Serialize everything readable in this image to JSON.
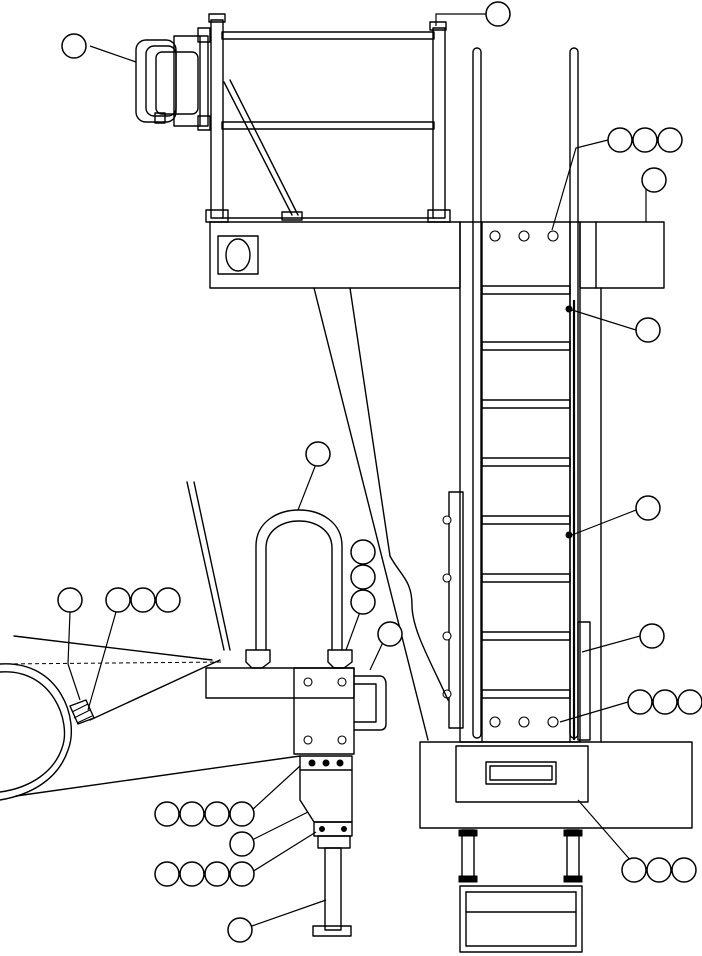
{
  "diagram": {
    "type": "parts-diagram",
    "subject": "ladder-and-handrail-assembly",
    "line_color": "#000000",
    "background_color": "#ffffff",
    "callouts": [
      {
        "id": "callout-top-right",
        "bubbles": 1
      },
      {
        "id": "callout-top-left",
        "bubbles": 1
      },
      {
        "id": "callout-right-1",
        "bubbles": 3
      },
      {
        "id": "callout-right-2",
        "bubbles": 1
      },
      {
        "id": "callout-right-3",
        "bubbles": 1
      },
      {
        "id": "callout-right-4",
        "bubbles": 1
      },
      {
        "id": "callout-right-5",
        "bubbles": 1
      },
      {
        "id": "callout-right-6",
        "bubbles": 3
      },
      {
        "id": "callout-bottom-right",
        "bubbles": 3
      },
      {
        "id": "callout-u-bolt",
        "bubbles": 1
      },
      {
        "id": "callout-stack",
        "bubbles": 3
      },
      {
        "id": "callout-handle",
        "bubbles": 1
      },
      {
        "id": "callout-left-1",
        "bubbles": 1
      },
      {
        "id": "callout-left-2",
        "bubbles": 3
      },
      {
        "id": "callout-lower-1",
        "bubbles": 4
      },
      {
        "id": "callout-lower-2",
        "bubbles": 1
      },
      {
        "id": "callout-lower-3",
        "bubbles": 4
      },
      {
        "id": "callout-lower-4",
        "bubbles": 1
      }
    ]
  }
}
